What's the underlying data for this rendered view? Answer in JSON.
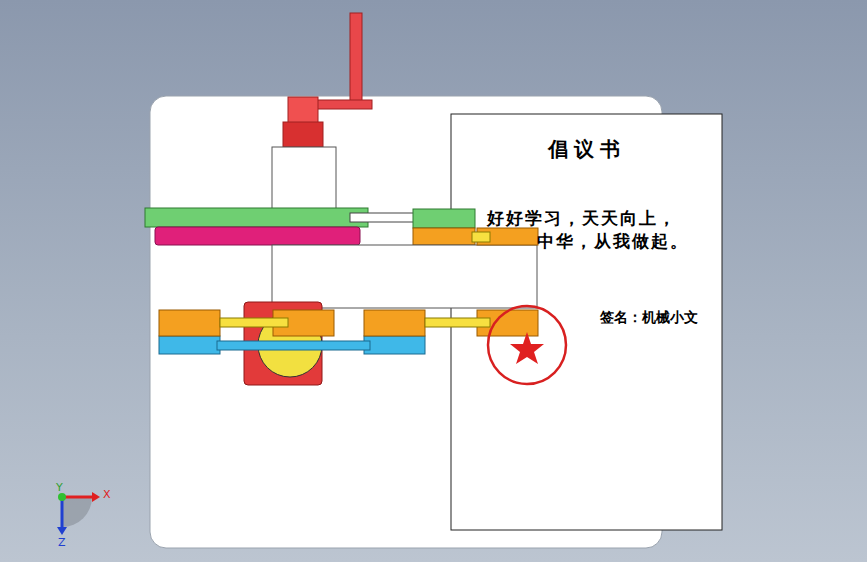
{
  "diagram": {
    "nodes": [
      {
        "text": [
          "倡议书",
          "好好学习，天天向上，",
          "中华，从我做起。",
          "签名：机械小文"
        ]
      }
    ],
    "labels": [
      "X",
      "Y",
      "Z"
    ]
  }
}
